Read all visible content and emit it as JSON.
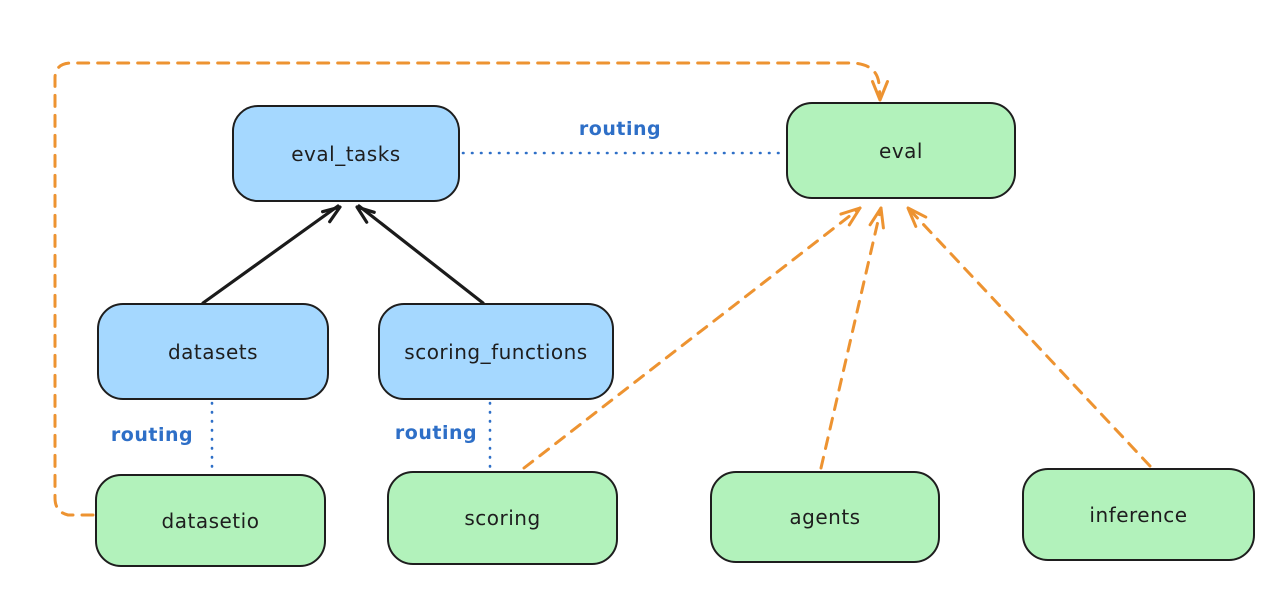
{
  "diagram": {
    "type": "architecture-diagram",
    "nodes": {
      "eval_tasks": {
        "label": "eval_tasks",
        "color": "blue"
      },
      "eval": {
        "label": "eval",
        "color": "green"
      },
      "datasets": {
        "label": "datasets",
        "color": "blue"
      },
      "scoring_functions": {
        "label": "scoring_functions",
        "color": "blue"
      },
      "datasetio": {
        "label": "datasetio",
        "color": "green"
      },
      "scoring": {
        "label": "scoring",
        "color": "green"
      },
      "agents": {
        "label": "agents",
        "color": "green"
      },
      "inference": {
        "label": "inference",
        "color": "green"
      }
    },
    "edge_labels": {
      "eval_tasks_to_eval": "routing",
      "datasets_to_datasetio": "routing",
      "scoring_functions_to_scoring": "routing"
    },
    "colors": {
      "blue_node_fill": "#a5d8ff",
      "green_node_fill": "#b2f2bb",
      "node_stroke": "#1e1e1e",
      "routing_line_blue": "#2e6fc7",
      "dashed_orange": "#ed9331",
      "solid_arrow_black": "#1b1b1b",
      "background": "#ffffff"
    }
  }
}
